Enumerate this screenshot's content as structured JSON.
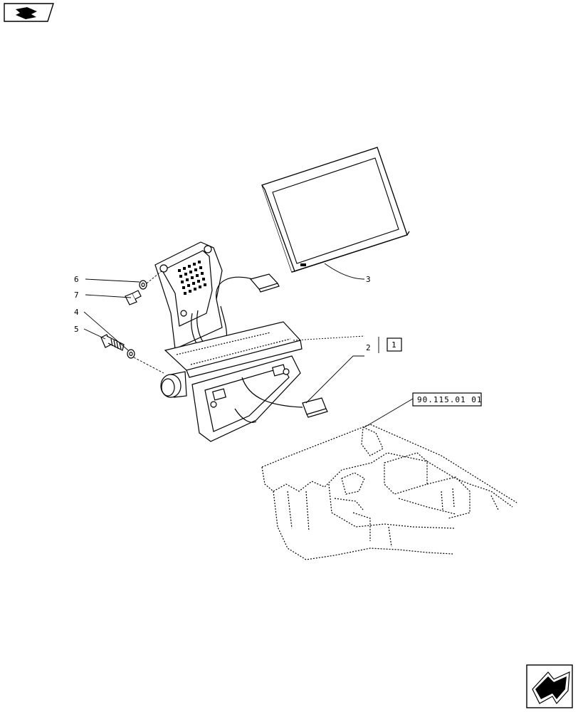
{
  "nav": {
    "top_icon": "page-back-arrow-icon",
    "bottom_icon": "page-forward-arrow-icon"
  },
  "callouts": {
    "item_1": "1",
    "item_2": "2",
    "item_3": "3",
    "item_4": "4",
    "item_5": "5",
    "item_6": "6",
    "item_7": "7"
  },
  "reference": {
    "code": "90.115.01 01"
  }
}
